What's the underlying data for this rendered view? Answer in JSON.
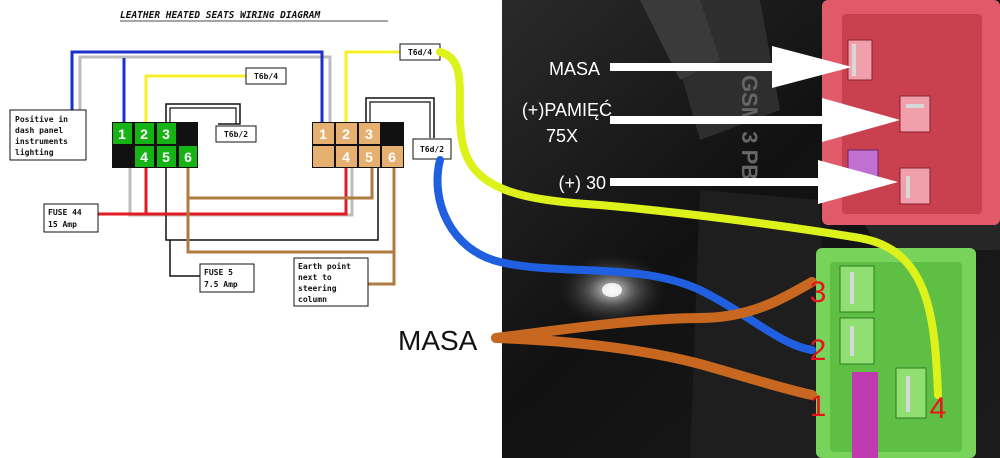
{
  "diagram": {
    "title": "LEATHER HEATED SEATS WIRING DIAGRAM",
    "labels": {
      "t6d4": "T6d/4",
      "t6b4": "T6b/4",
      "t6b2": "T6b/2",
      "t6d2": "T6d/2",
      "positive_line1": "Positive in",
      "positive_line2": "dash panel",
      "positive_line3": "instruments",
      "positive_line4": "lighting",
      "fuse44_line1": "FUSE 44",
      "fuse44_line2": "15 Amp",
      "fuse5_line1": "FUSE 5",
      "fuse5_line2": "7.5 Amp",
      "earth_line1": "Earth point",
      "earth_line2": "next to",
      "earth_line3": "steering",
      "earth_line4": "column"
    },
    "left_connector": {
      "pins": [
        "1",
        "2",
        "3",
        "4",
        "5",
        "6"
      ]
    },
    "right_connector": {
      "pins": [
        "1",
        "2",
        "3",
        "4",
        "5",
        "6"
      ]
    }
  },
  "photo": {
    "relay_labels": {
      "masa": "MASA",
      "pamiec_line1": "(+)PAMIĘĆ",
      "pamiec_line2": "75X",
      "plus30": "(+) 30"
    },
    "pin_numbers": [
      "3",
      "2",
      "1",
      "4"
    ],
    "masa_label": "MASA",
    "relay_text": "GSM 3 PB"
  },
  "colors": {
    "wire_red": "#e01b24",
    "wire_blue": "#1a2fcc",
    "wire_yellow": "#f7ef2a",
    "wire_brown": "#b07a40",
    "wire_black": "#111111",
    "wire_gray": "#bdbdbd",
    "pin_green": "#16b316",
    "pin_tan": "#e6b070",
    "overlay_yellow": "#ddf21a",
    "overlay_blue": "#1f5fe0",
    "overlay_orange": "#c8671f",
    "relay_red": "#e05a6a",
    "relay_green": "#77d35a",
    "pin_number_red": "#e8141c"
  }
}
